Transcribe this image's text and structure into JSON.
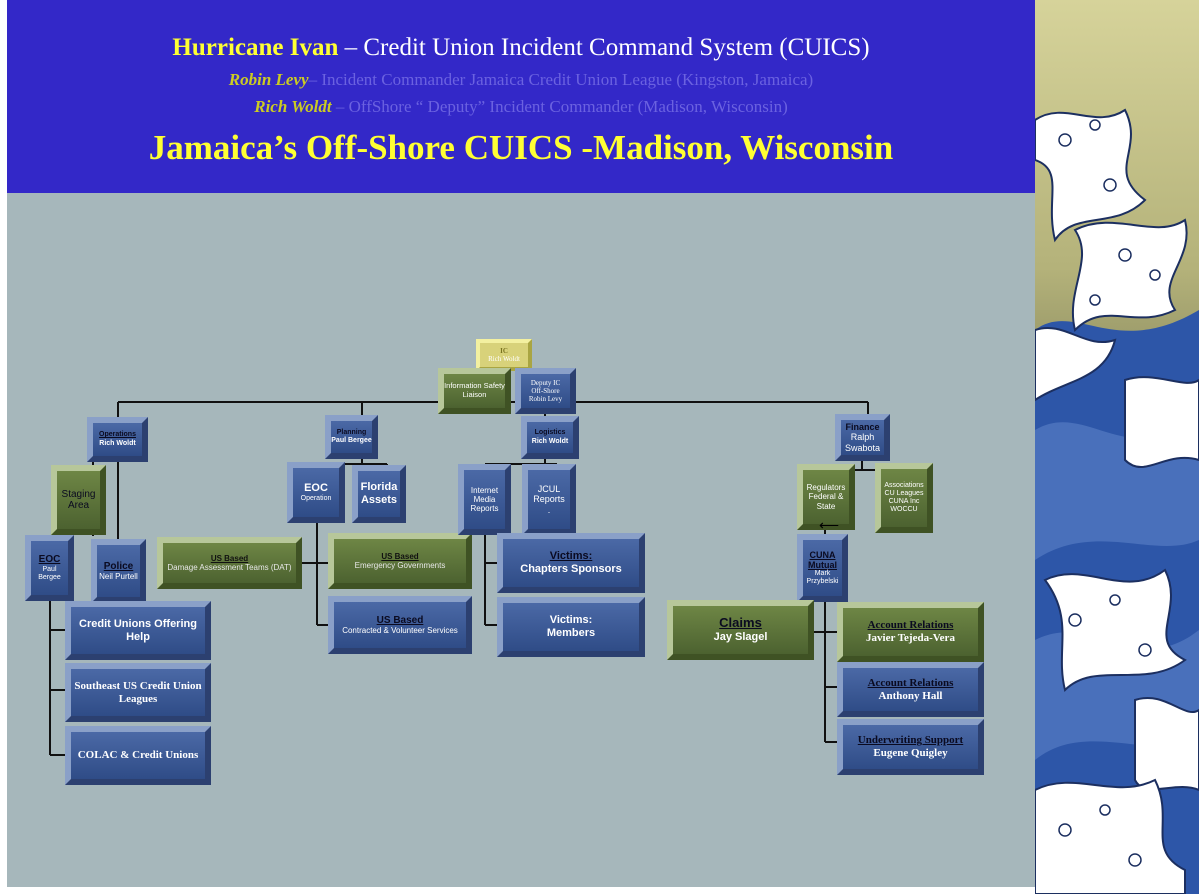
{
  "header": {
    "line1_bold": "Hurricane Ivan",
    "line1_rest": " – Credit Union Incident Command System (CUICS)",
    "line2_name": "Robin Levy",
    "line2_rest": "– Incident Commander Jamaica Credit Union League  (Kingston, Jamaica)",
    "line3_name": "Rich Woldt",
    "line3_rest": " – OffShore “ Deputy” Incident Commander (Madison, Wisconsin)",
    "line4": "Jamaica’s Off-Shore CUICS -Madison, Wisconsin"
  },
  "org": {
    "ic": {
      "title": "IC",
      "name": "Rich Woldt"
    },
    "info": {
      "text": "Information Safety Liaison"
    },
    "deputy": {
      "title": "Deputy IC",
      "sub": "Off-Shore",
      "name": "Robin Levy"
    },
    "operations": {
      "title": "Operations",
      "name": "Rich Woldt"
    },
    "staging": {
      "text": "Staging Area"
    },
    "eoc_left": {
      "title": "EOC",
      "name": "Paul Bergee"
    },
    "police": {
      "title": "Police",
      "name": "Neil Purtell"
    },
    "cu_help": {
      "text": "Credit Unions Offering Help"
    },
    "se_leagues": {
      "text": "Southeast US Credit Union Leagues"
    },
    "colac": {
      "text": "COLAC & Credit Unions"
    },
    "planning": {
      "title": "Planning",
      "name": "Paul Bergee"
    },
    "eoc_ops": {
      "title": "EOC",
      "sub": "Operation"
    },
    "florida": {
      "text": "Florida Assets"
    },
    "dat": {
      "title": "US Based",
      "text": "Damage Assessment Teams (DAT)"
    },
    "emergency": {
      "title": "US Based",
      "text": "Emergency Governments"
    },
    "contracted": {
      "title": "US Based",
      "text": "Contracted & Volunteer Services"
    },
    "logistics": {
      "title": "Logistics",
      "name": "Rich Woldt"
    },
    "internet": {
      "text": "Internet Media Reports"
    },
    "jcul": {
      "text": "JCUL Reports",
      "sub": "."
    },
    "victims_chapters": {
      "title": "Victims:",
      "text": "Chapters Sponsors"
    },
    "victims_members": {
      "title": "Victims:",
      "text": "Members"
    },
    "finance": {
      "title": "Finance",
      "name": "Ralph Swabota"
    },
    "regulators": {
      "title": "Regulators",
      "text": "Federal & State"
    },
    "associations": {
      "title": "Associations",
      "text": "CU Leagues CUNA Inc WOCCU"
    },
    "cuna": {
      "title": "CUNA Mutual",
      "name": "Mark Przybelski"
    },
    "claims": {
      "title": "Claims",
      "name": "Jay Slagel"
    },
    "acct1": {
      "title": "Account Relations",
      "name": "Javier Tejeda-Vera"
    },
    "acct2": {
      "title": "Account Relations",
      "name": "Anthony Hall"
    },
    "underwriting": {
      "title": "Underwriting Support",
      "name": "Eugene Quigley"
    }
  },
  "colors": {
    "header_bg": "#3328c8",
    "title_yellow": "#ffff33",
    "slide_bg": "#a6b7bb",
    "box_blue": "#3d5a96",
    "box_green": "#5e7539"
  }
}
